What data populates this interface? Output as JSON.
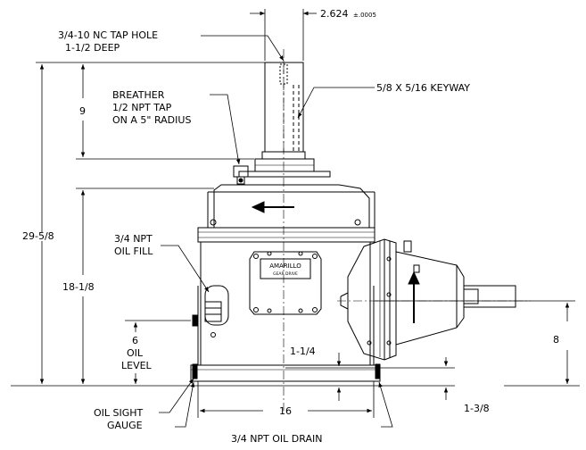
{
  "labels": {
    "shaft_dim": "2.624",
    "shaft_tol": "±.0005",
    "tap_hole_line1": "3/4-10 NC TAP HOLE",
    "tap_hole_line2": "1-1/2 DEEP",
    "keyway": "5/8 X 5/16 KEYWAY",
    "breather_line1": "BREATHER",
    "breather_line2": "1/2 NPT TAP",
    "breather_line3": "ON A 5\" RADIUS",
    "dim_9": "9",
    "dim_29_5_8": "29-5/8",
    "oil_fill_line1": "3/4 NPT",
    "oil_fill_line2": "OIL FILL",
    "dim_18_1_8": "18-1/8",
    "dim_6": "6",
    "oil_level_line1": "OIL",
    "oil_level_line2": "LEVEL",
    "dim_1_1_4": "1-1/4",
    "dim_8": "8",
    "oil_sight_line1": "OIL SIGHT",
    "oil_sight_line2": "GAUGE",
    "dim_16": "16",
    "dim_1_3_8": "1-3/8",
    "oil_drain": "3/4 NPT OIL DRAIN",
    "nameplate_line1": "AMARILLO",
    "nameplate_line2": "GEAR DRIVE"
  }
}
